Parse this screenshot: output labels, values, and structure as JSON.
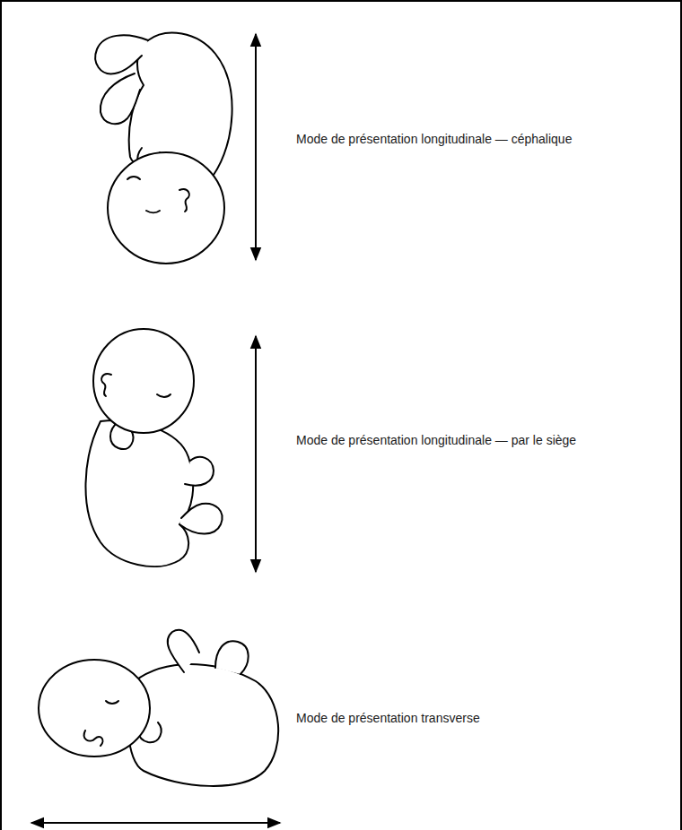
{
  "diagram": {
    "labels": [
      "Mode de présentation longitudinale — céphalique",
      "Mode de présentation longitudinale — par le siège",
      "Mode de présentation transverse"
    ]
  }
}
